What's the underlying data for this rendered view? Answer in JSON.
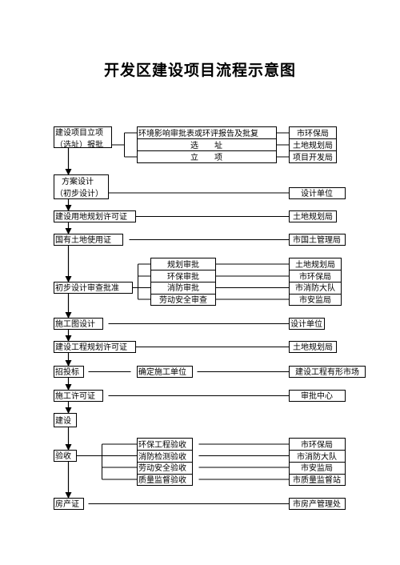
{
  "title": "开发区建设项目流程示意图",
  "steps": {
    "s1_line1": "建设项目立项",
    "s1_line2": "（选址）报批",
    "s2_line1": "方案设计",
    "s2_line2": "（初步设计）",
    "s3": "建设用地规划许可证",
    "s4": "国有土地使用证",
    "s5": "初步设计审查批准",
    "s6": "施工图设计",
    "s7": "建设工程规划许可证",
    "s8": "招投标",
    "s9": "施工许可证",
    "s10": "建设",
    "s11": "验收",
    "s12": "房产证"
  },
  "middle": {
    "m1a": "环境影响审批表或环评报告及批复",
    "m1b": "选　　址",
    "m1c": "立　　项",
    "m5a": "规划审批",
    "m5b": "环保审批",
    "m5c": "消防审批",
    "m5d": "劳动安全审查",
    "m8": "确定施工单位",
    "m11a": "环保工程验收",
    "m11b": "消防检测验收",
    "m11c": "劳动安全验收",
    "m11d": "质量监督验收"
  },
  "agencies": {
    "r1a": "市环保局",
    "r1b": "土地规划局",
    "r1c": "项目开发局",
    "r2": "设计单位",
    "r3": "土地规划局",
    "r4": "市国土管理局",
    "r5a": "土地规划局",
    "r5b": "市环保局",
    "r5c": "市消防大队",
    "r5d": "市安监局",
    "r6": "设计单位",
    "r7": "土地规划局",
    "r8": "建设工程有形市场",
    "r9": "审批中心",
    "r11a": "市环保局",
    "r11b": "市消防大队",
    "r11c": "市安监局",
    "r11d": "市质量监督站",
    "r12": "市房产管理处"
  }
}
